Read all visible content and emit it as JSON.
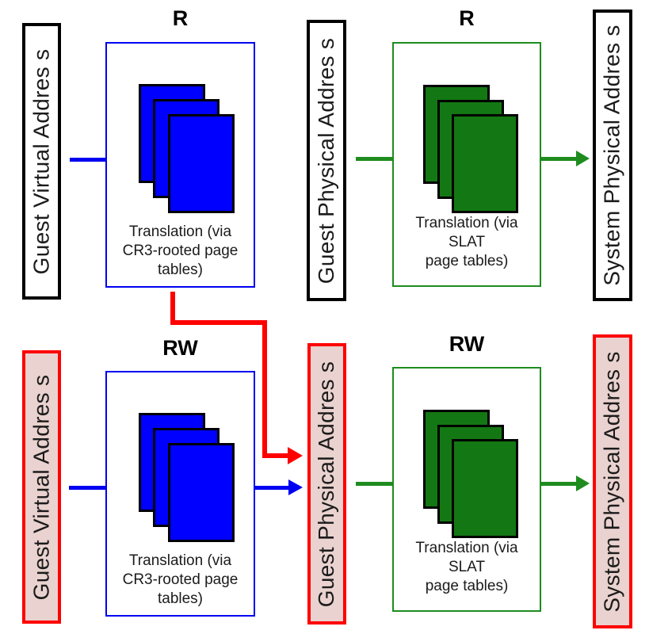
{
  "colors": {
    "blue": "#0000f2",
    "page-blue": "#0000ff",
    "green": "#1e8c1e",
    "page-green": "#137813",
    "red": "#ff0000",
    "pink": "#e9d2cf",
    "ink": "#1b1b1b",
    "black": "#000000"
  },
  "labels": {
    "r": "R",
    "rw": "RW",
    "guest_virtual": "Guest Virtual Addres s",
    "guest_physical": "Guest Physical Addres s",
    "system_physical": "System Physical Addres s"
  },
  "captions": {
    "cr3": [
      "Translation (via",
      "CR3-rooted page",
      "tables)"
    ],
    "slat": [
      "Translation (via SLAT",
      "page tables)"
    ]
  }
}
